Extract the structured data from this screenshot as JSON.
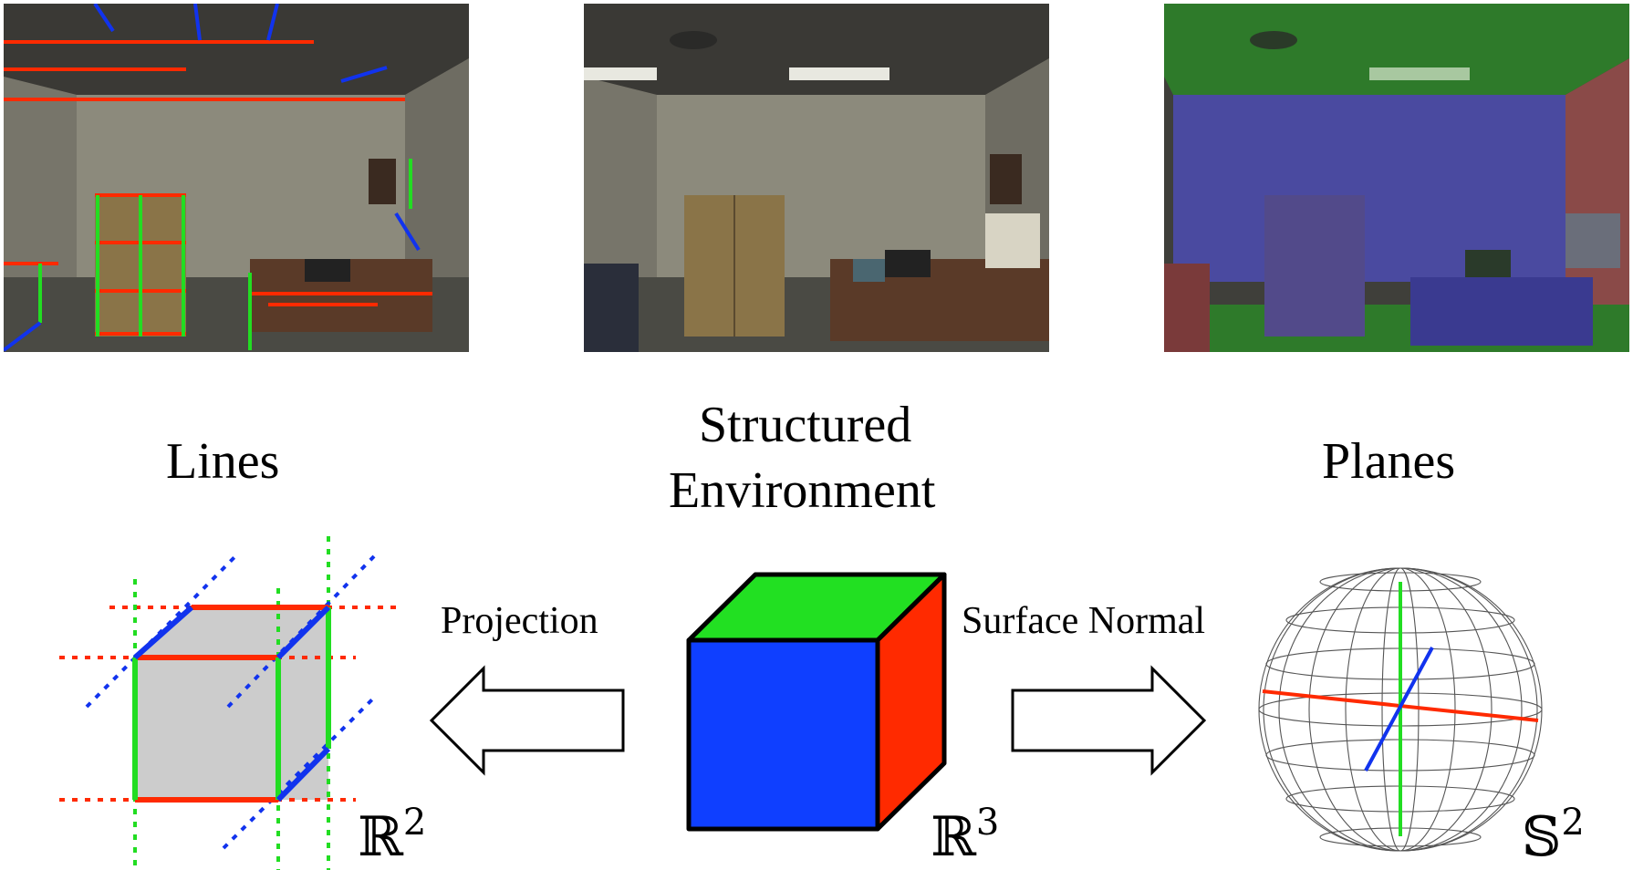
{
  "titles": {
    "lines": "Lines",
    "structured_line1": "Structured",
    "structured_line2": "Environment",
    "planes": "Planes"
  },
  "arrows": {
    "projection": "Projection",
    "surface_normal": "Surface Normal"
  },
  "spaces": {
    "r2_base": "ℝ",
    "r2_exp": "2",
    "r3_base": "ℝ",
    "r3_exp": "3",
    "s2_base": "𝕊",
    "s2_exp": "2"
  },
  "colors": {
    "x_axis": "#ff2a00",
    "y_axis": "#22dd22",
    "z_axis": "#1133ee",
    "cube_blue": "#0f3fff",
    "cube_green": "#22e022",
    "cube_red": "#ff2a00",
    "projected_cube_fill": "#cccccc"
  },
  "photos": {
    "lines": "office-photo-with-detected-lines",
    "scene": "office-photo-original",
    "planes": "office-photo-with-plane-segmentation"
  }
}
